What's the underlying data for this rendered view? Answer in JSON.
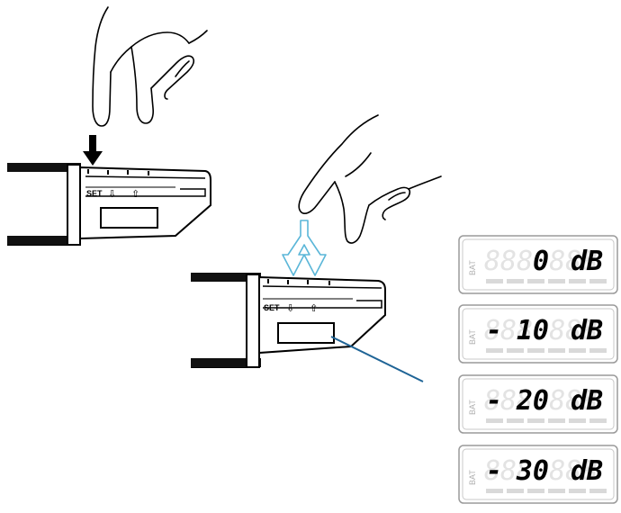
{
  "device_labels": {
    "set": "SET",
    "down_arrow": "⇩",
    "up_arrow": "⇧"
  },
  "displays": [
    {
      "bat": "BAT",
      "sign": "",
      "digits": "0",
      "unit": "dB"
    },
    {
      "bat": "BAT",
      "sign": "-",
      "digits": "10",
      "unit": "dB"
    },
    {
      "bat": "BAT",
      "sign": "-",
      "digits": "20",
      "unit": "dB"
    },
    {
      "bat": "BAT",
      "sign": "-",
      "digits": "30",
      "unit": "dB"
    }
  ],
  "colors": {
    "outline": "#000000",
    "arrow_blue": "#5ab6d8",
    "leader_line": "#1f6496",
    "lcd_border": "#9a9a9a",
    "lcd_ghost": "#e3e3e3",
    "lcd_active": "#000000",
    "bat_text": "#b0b0b0"
  },
  "icons": [
    "hand-press-icon",
    "down-arrow-icon",
    "hand-tap-icon",
    "double-arrow-icon"
  ]
}
